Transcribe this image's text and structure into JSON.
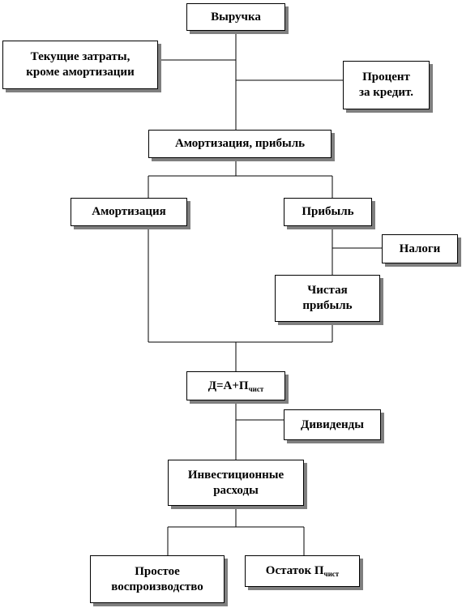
{
  "nodes": {
    "revenue": "Выручка",
    "current_costs": "Текущие затраты,\nкроме амортизации",
    "loan_interest": "Процент\nза кредит.",
    "depreciation_profit": "Амортизация, прибыль",
    "depreciation": "Амортизация",
    "profit": "Прибыль",
    "taxes": "Налоги",
    "net_profit": "Чистая\nприбыль",
    "income_formula": {
      "main": "Д=А+П",
      "subscript": "чист"
    },
    "dividends": "Дивиденды",
    "investment_expenses": "Инвестиционные\nрасходы",
    "simple_reproduction": "Простое\nвоспроизводство",
    "remainder": {
      "main": "Остаток П",
      "subscript": "чист"
    }
  },
  "colors": {
    "border": "#000000",
    "shadow": "#7f7f7f",
    "background": "#ffffff",
    "text": "#000000"
  }
}
